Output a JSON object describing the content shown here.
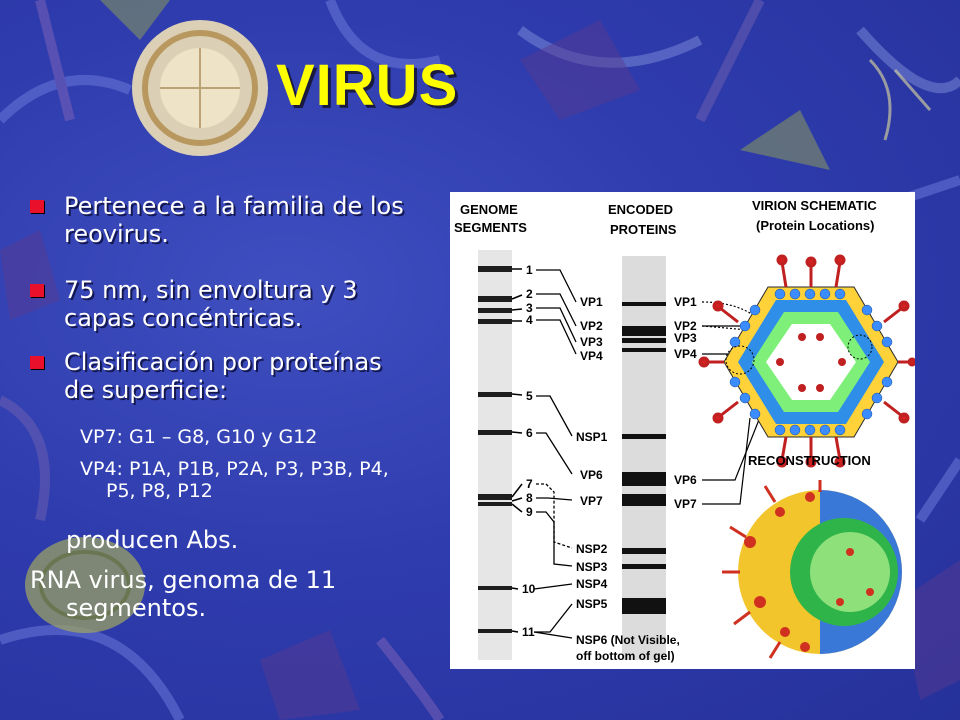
{
  "title": "VIRUS",
  "bullets": [
    "Pertenece a la familia de los reovirus.",
    "75 nm, sin envoltura y 3 capas concéntricas.",
    "Clasificación por proteínas de superficie:"
  ],
  "sub_items": [
    "VP7: G1 – G8, G10 y G12",
    "VP4: P1A, P1B, P2A, P3, P3B, P4, P5, P8, P12"
  ],
  "continuation": "producen Abs.",
  "footer": "RNA virus, genoma de 11 segmentos.",
  "figure": {
    "genome_header": [
      "GENOME",
      "SEGMENTS"
    ],
    "proteins_header": [
      "ENCODED",
      "PROTEINS"
    ],
    "schematic_header": [
      "VIRION SCHEMATIC",
      "(Protein Locations)"
    ],
    "reconstruction": "RECONSTRUCTION",
    "segments": [
      "1",
      "2",
      "3",
      "4",
      "5",
      "6",
      "7",
      "8",
      "9",
      "10",
      "11"
    ],
    "left_proteins": [
      "VP1",
      "VP2",
      "VP3",
      "VP4",
      "NSP1",
      "VP6",
      "VP7",
      "NSP2",
      "NSP3",
      "NSP4",
      "NSP5",
      "NSP6 (Not Visible,",
      "off bottom of gel)"
    ],
    "right_proteins": [
      "VP1",
      "VP2",
      "VP3",
      "VP4",
      "VP6",
      "VP7"
    ]
  },
  "colors": {
    "background": "#2f3cae",
    "title": "#ffff00",
    "bullet_marker": "#e8102a",
    "text": "#ffffff"
  }
}
